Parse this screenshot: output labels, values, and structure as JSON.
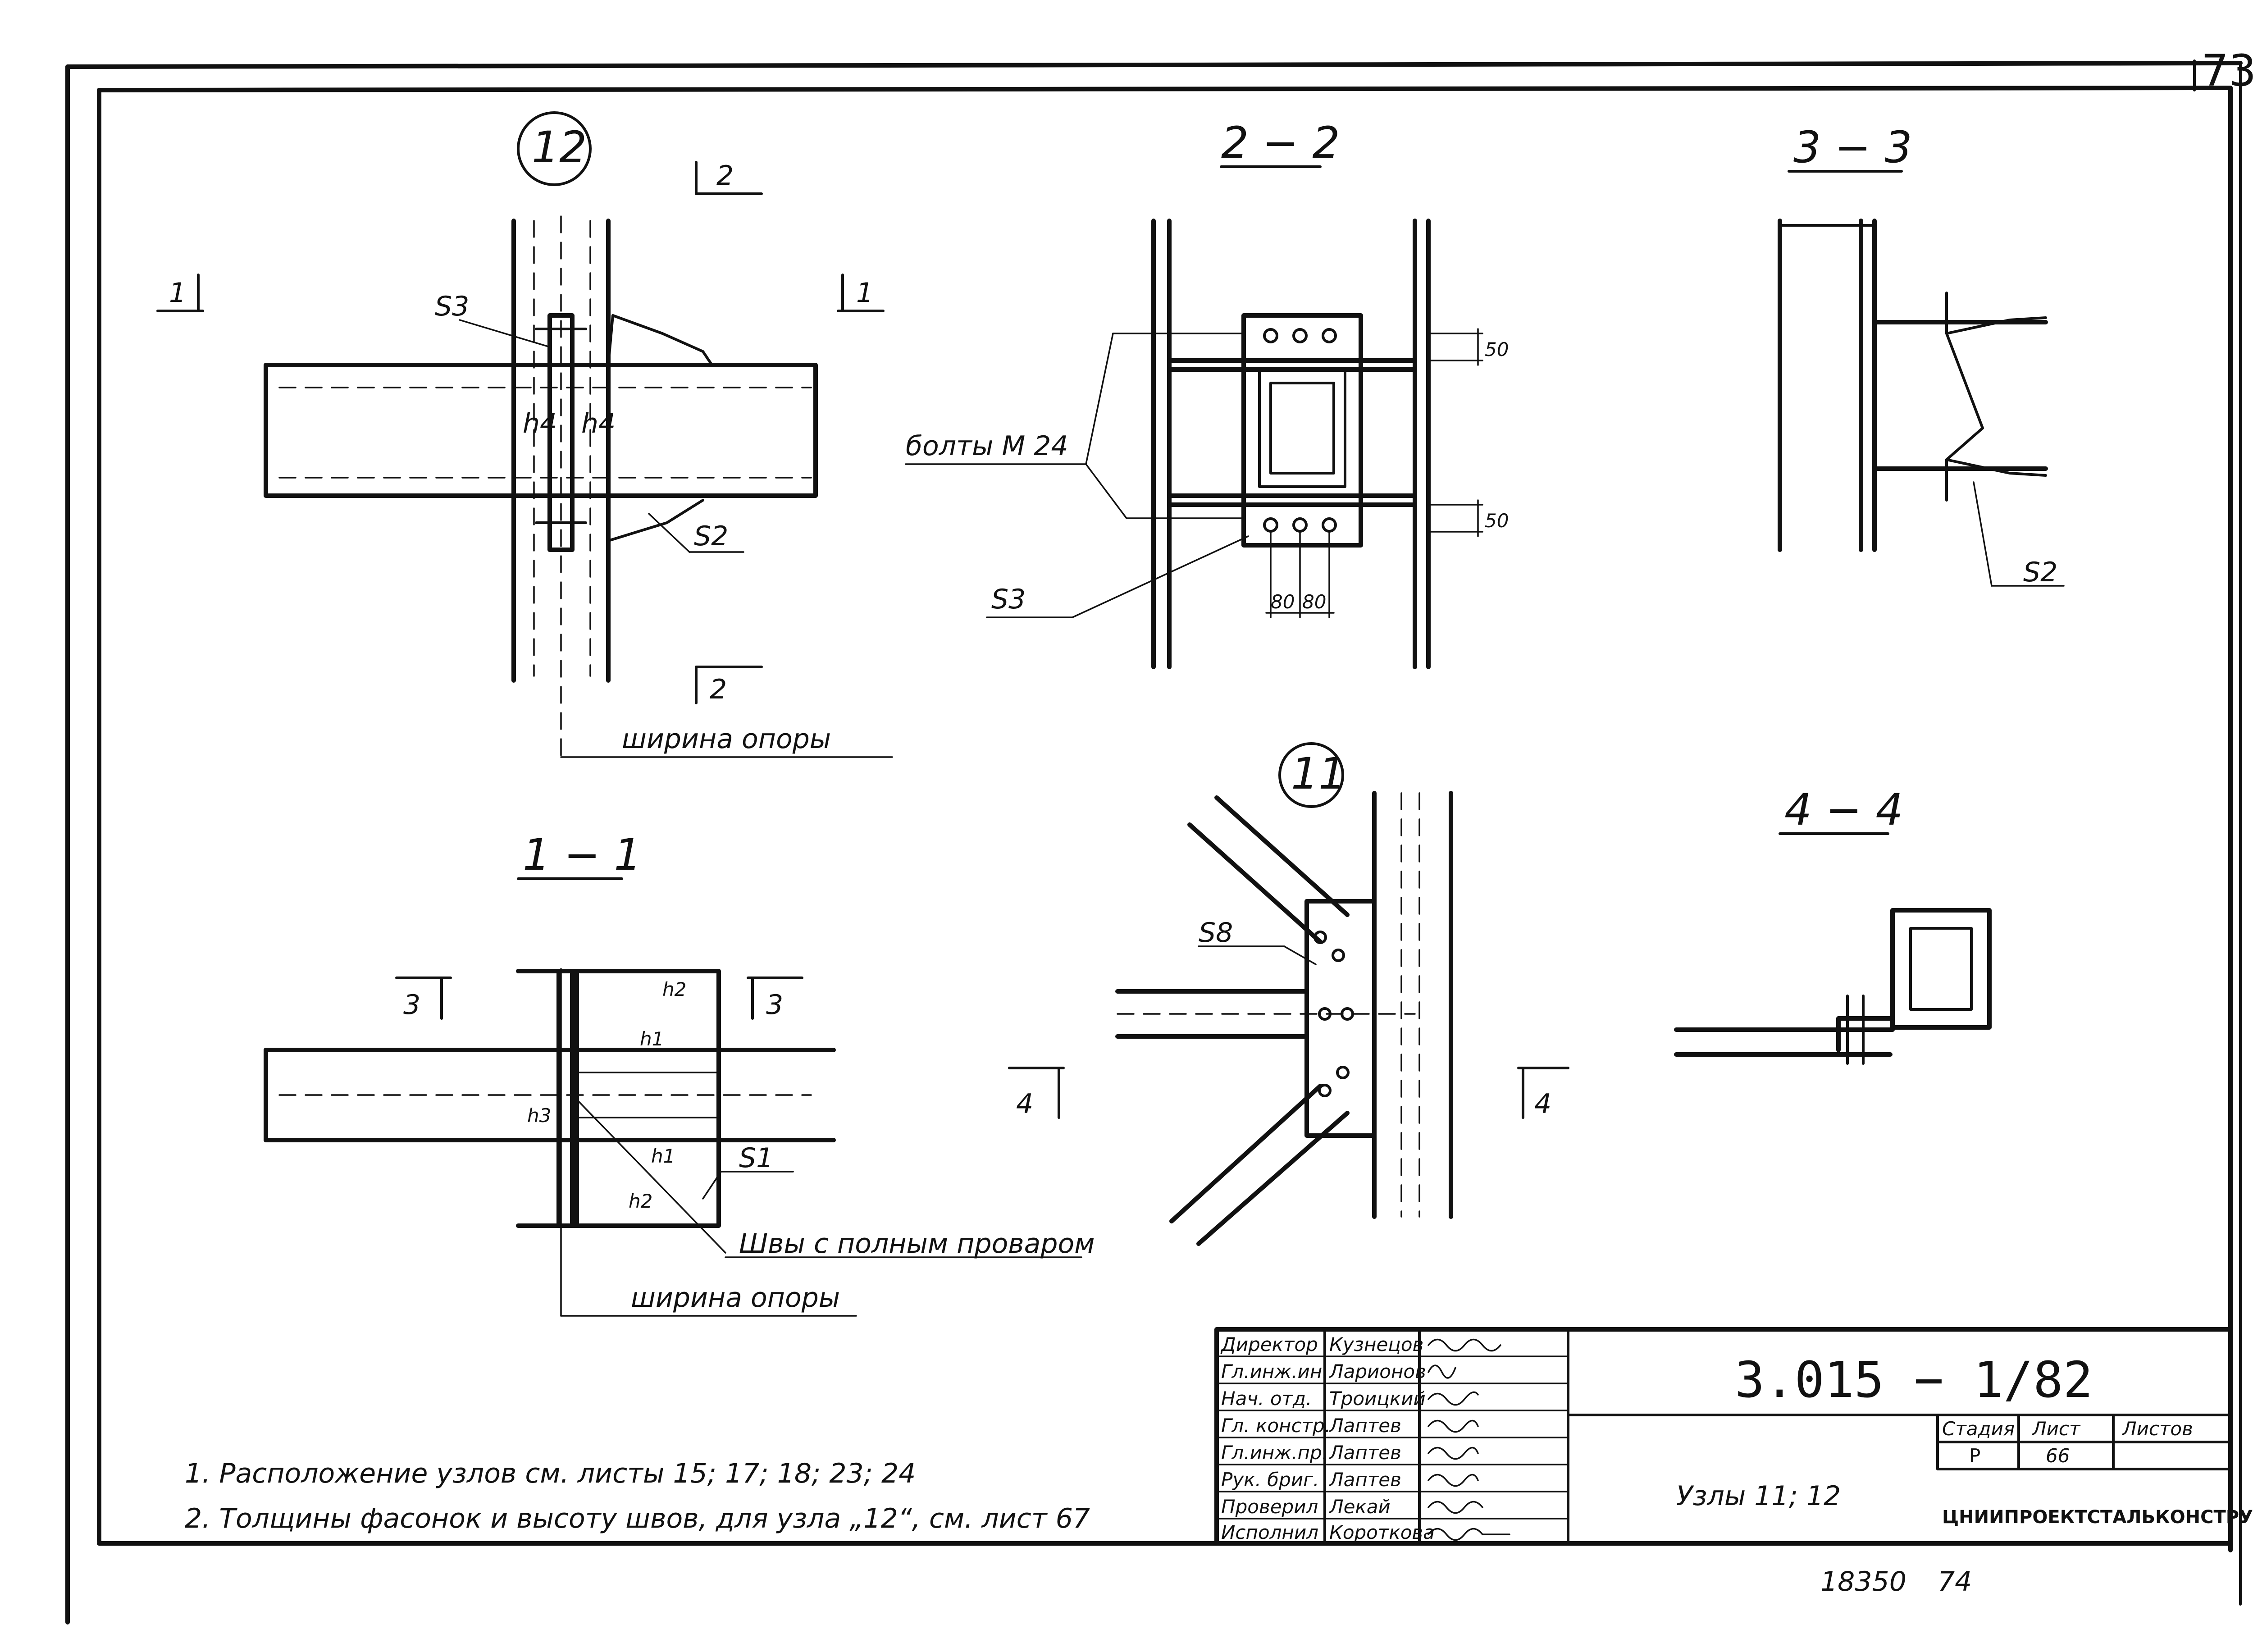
{
  "sheet": {
    "page_number": "73",
    "archive_number": "18350",
    "archive_suffix": "74"
  },
  "views": {
    "node12_marker": "12",
    "node11_marker": "11",
    "section_2_2": "2 − 2",
    "section_3_3": "3 − 3",
    "section_1_1": "1 − 1",
    "section_4_4": "4 − 4",
    "cut_mark_1": "1",
    "cut_mark_2": "2",
    "cut_mark_3": "3",
    "cut_mark_4": "4"
  },
  "labels": {
    "s3": "S3",
    "s2": "S2",
    "s1": "S1",
    "s8": "S8",
    "h4": "h4",
    "h1": "h1",
    "h2": "h2",
    "h3": "h3",
    "support_width": "ширина   опоры",
    "bolts": "болты  М 24",
    "full_penetration_welds": "Швы  с  полным   проваром",
    "dim_50": "50",
    "dim_80": "80"
  },
  "notes": [
    "1. Расположение   узлов  см.  листы  15; 17; 18; 23; 24",
    "2. Толщины  фасонок  и высоту  швов, для узла „12“, см. лист 67"
  ],
  "title_block": {
    "designation": "3.015 − 1/82",
    "title": "Узлы  11; 12",
    "organization": "ЦНИИПРОЕКТСТАЛЬКОНСТРУКЦИЯ",
    "stage_header": "Стадия",
    "sheet_header": "Лист",
    "sheets_header": "Листов",
    "stage": "Р",
    "sheet": "66",
    "sheets": "",
    "staff": [
      {
        "role": "Директор",
        "name": "Кузнецов"
      },
      {
        "role": "Гл.инж.ин.",
        "name": "Ларионов"
      },
      {
        "role": "Нач. отд.",
        "name": "Троицкий"
      },
      {
        "role": "Гл. констр.",
        "name": "Лаптев"
      },
      {
        "role": "Гл.инж.пр.",
        "name": "Лаптев"
      },
      {
        "role": "Рук. бриг.",
        "name": "Лаптев"
      },
      {
        "role": "Проверил",
        "name": "Лекай"
      },
      {
        "role": "Исполнил",
        "name": "Короткова"
      }
    ]
  }
}
